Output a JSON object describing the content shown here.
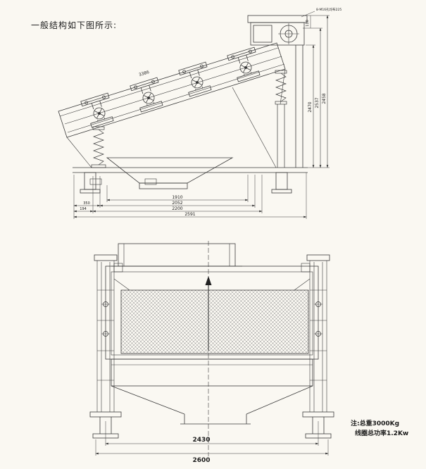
{
  "page": {
    "title": "一般结构如下图所示:",
    "note_line1": "注:总重3000Kg",
    "note_line2": "线圈总功率1.2Kw",
    "bg_color": "#faf8f2",
    "line_color": "#3b3b3b"
  },
  "side_view": {
    "slope_dim": "3386",
    "motor_hole_label": "8-M16孔均布225",
    "dim_motor_height": "110",
    "dims_bottom": {
      "d1910": "1910",
      "d2052": "2052",
      "d2200": "2200",
      "d2591": "2591",
      "d350": "350",
      "d194": "194"
    },
    "dims_right": {
      "inner": "2470",
      "middle": "2537",
      "outer": "2458"
    }
  },
  "front_view": {
    "dims_bottom": {
      "d2430": "2430",
      "d2600": "2600"
    }
  }
}
